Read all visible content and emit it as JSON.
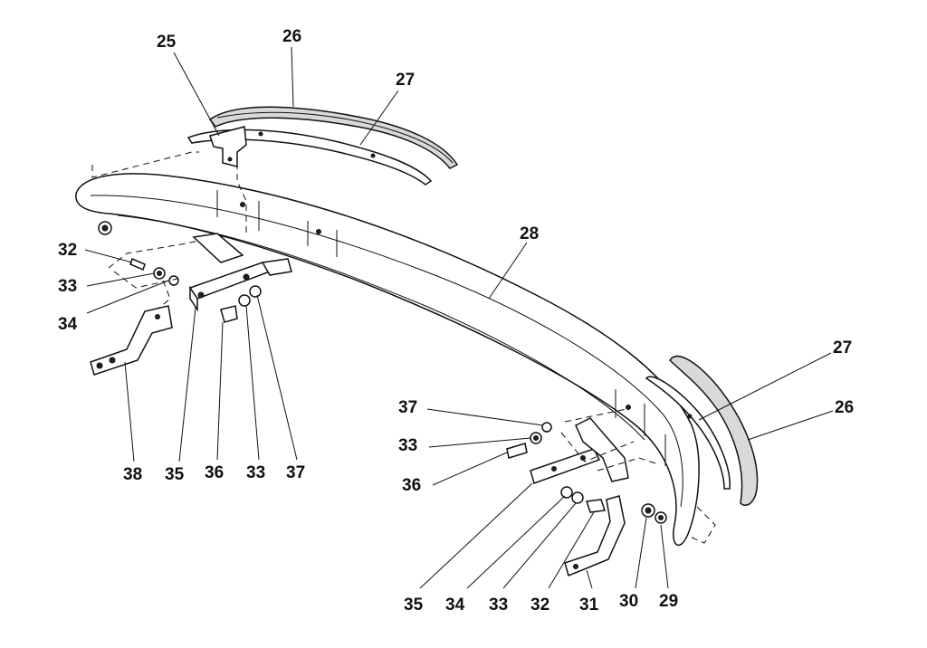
{
  "callouts": [
    {
      "id": "c25",
      "text": "25"
    },
    {
      "id": "c26a",
      "text": "26"
    },
    {
      "id": "c27a",
      "text": "27"
    },
    {
      "id": "c28",
      "text": "28"
    },
    {
      "id": "c32a",
      "text": "32"
    },
    {
      "id": "c33a",
      "text": "33"
    },
    {
      "id": "c34a",
      "text": "34"
    },
    {
      "id": "c38",
      "text": "38"
    },
    {
      "id": "c35a",
      "text": "35"
    },
    {
      "id": "c36a",
      "text": "36"
    },
    {
      "id": "c33b",
      "text": "33"
    },
    {
      "id": "c37a",
      "text": "37"
    },
    {
      "id": "c27b",
      "text": "27"
    },
    {
      "id": "c26b",
      "text": "26"
    },
    {
      "id": "c37b",
      "text": "37"
    },
    {
      "id": "c33c",
      "text": "33"
    },
    {
      "id": "c36b",
      "text": "36"
    },
    {
      "id": "c35b",
      "text": "35"
    },
    {
      "id": "c34b",
      "text": "34"
    },
    {
      "id": "c33d",
      "text": "33"
    },
    {
      "id": "c32b",
      "text": "32"
    },
    {
      "id": "c31",
      "text": "31"
    },
    {
      "id": "c30",
      "text": "30"
    },
    {
      "id": "c29",
      "text": "29"
    }
  ]
}
